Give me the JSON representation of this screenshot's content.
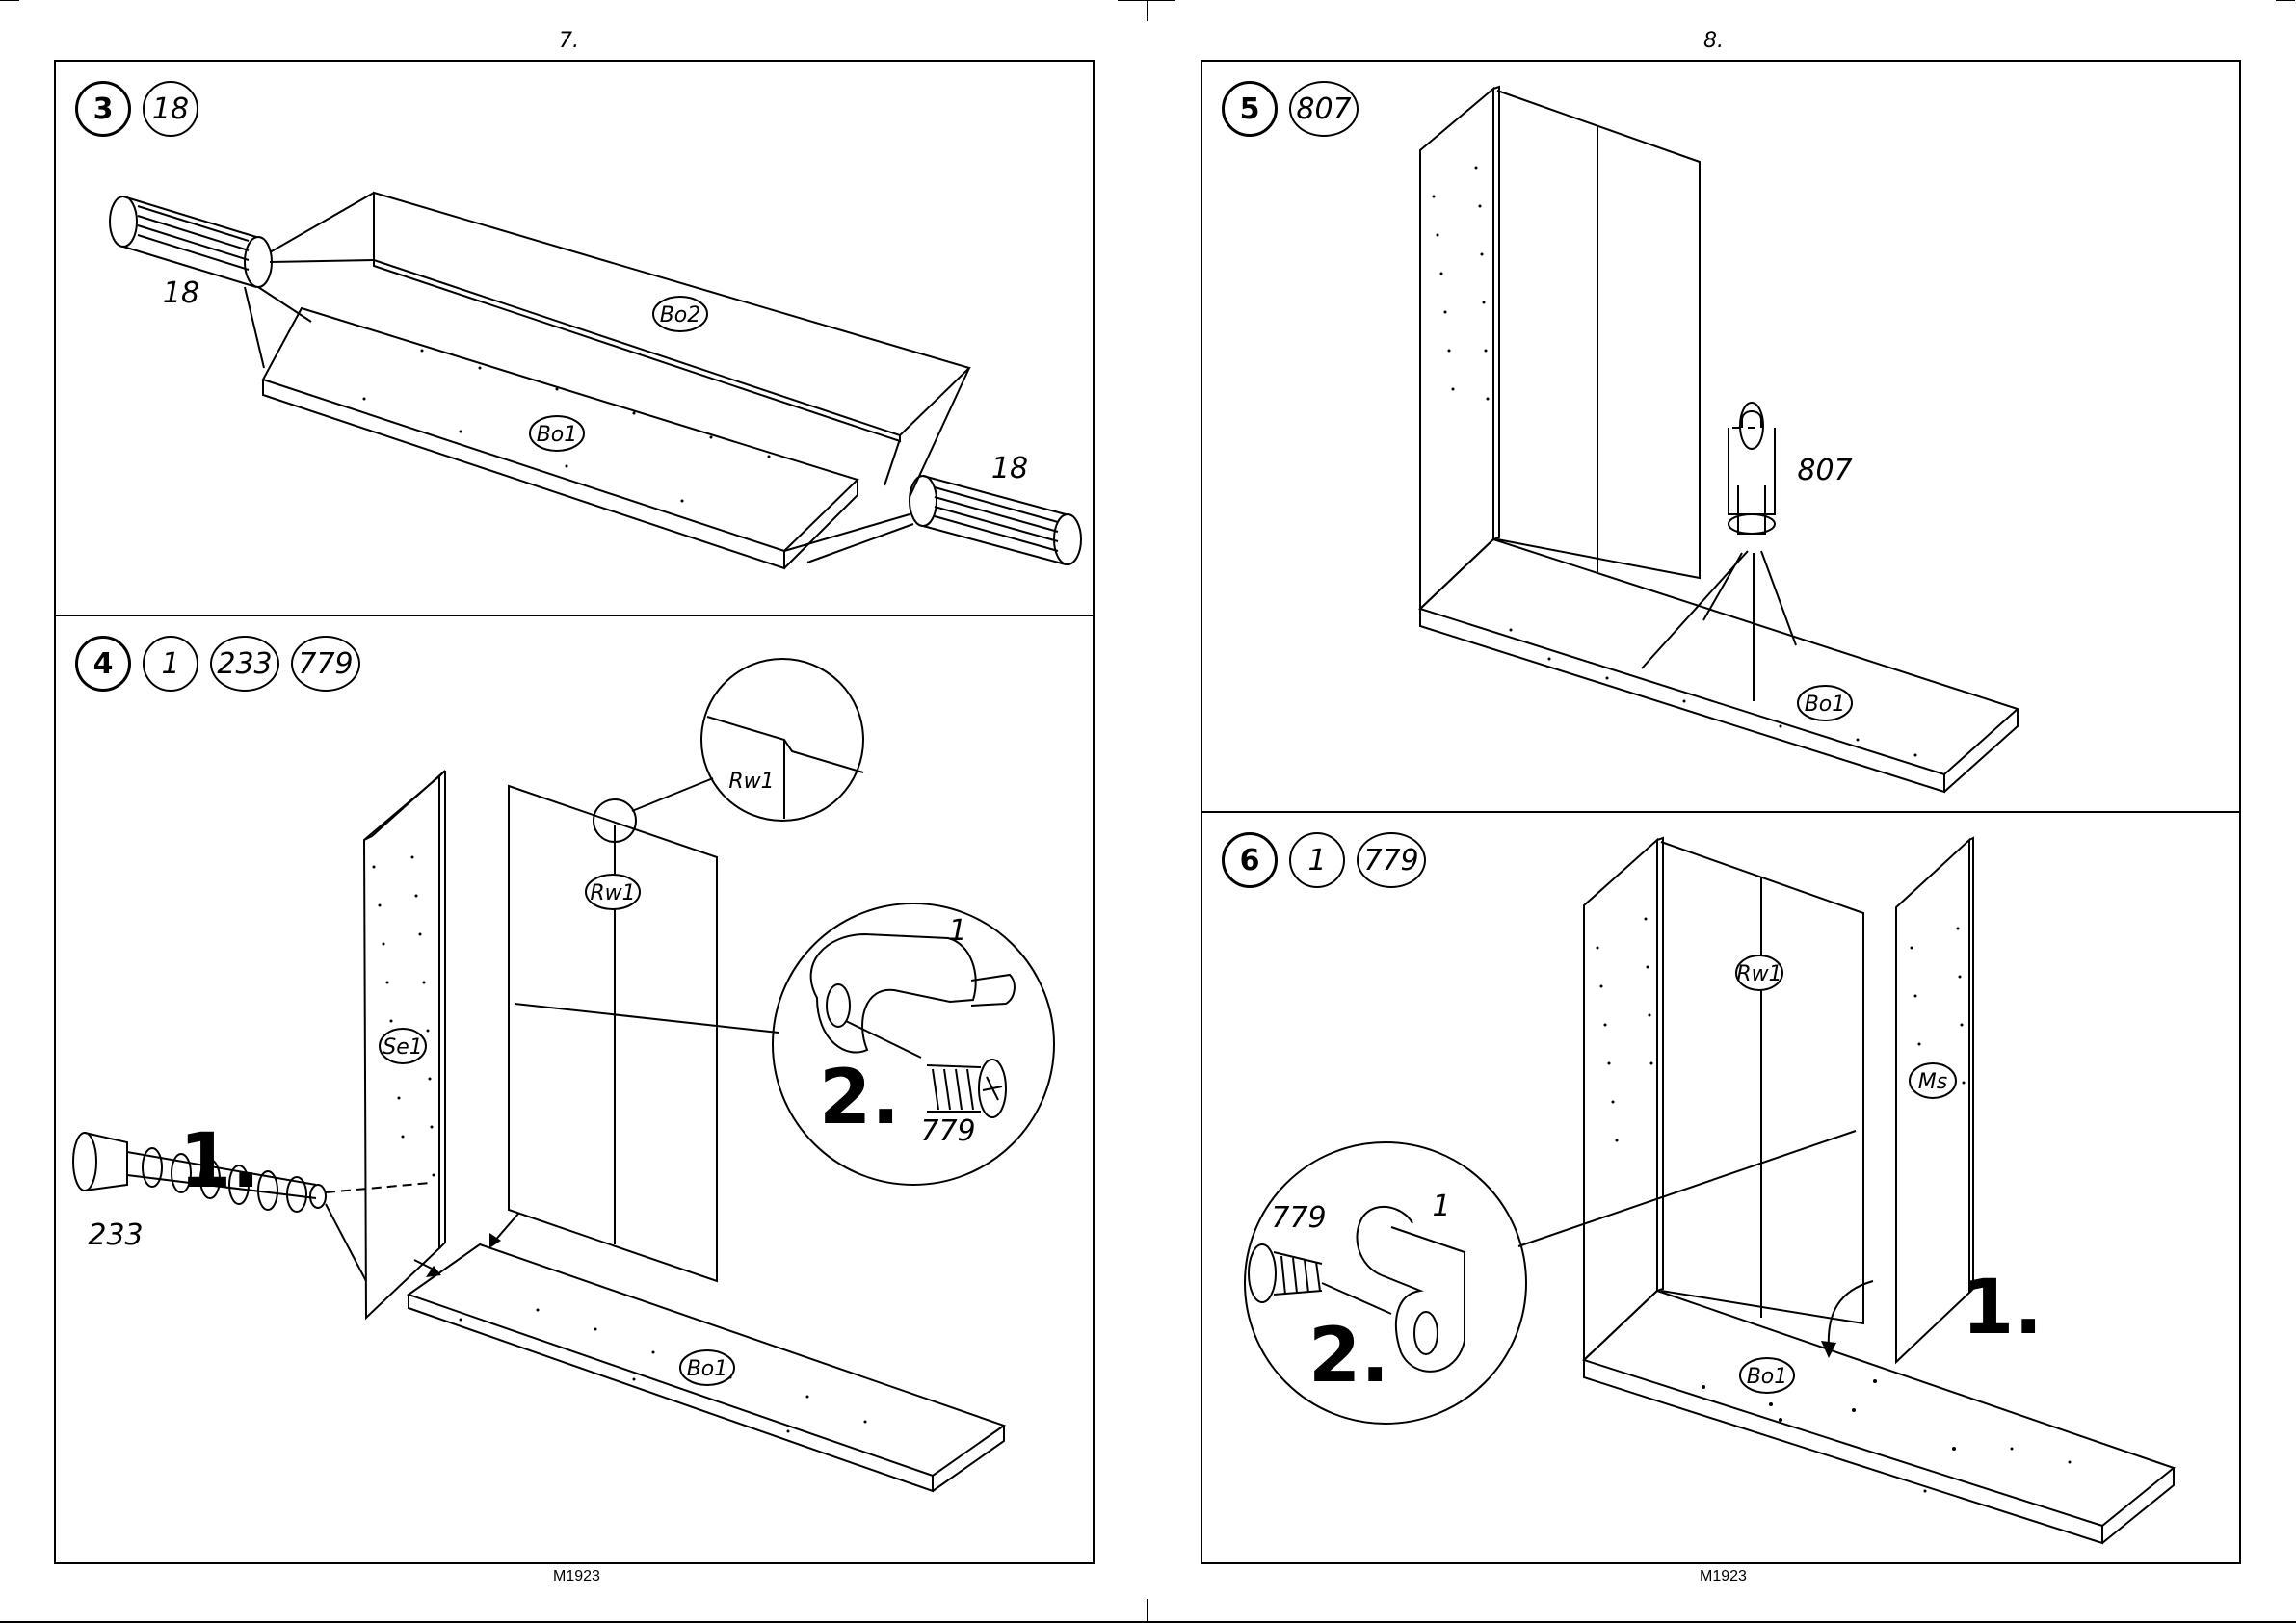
{
  "pages": {
    "left": {
      "number": "7.",
      "footer": "M1923"
    },
    "right": {
      "number": "8.",
      "footer": "M1923"
    }
  },
  "steps": [
    {
      "id": "step3",
      "number": "3",
      "parts": [
        "18"
      ],
      "labels": {
        "dowel_count": "18",
        "dowel_count_2": "18",
        "board_top": "Bo2",
        "board_bottom": "Bo1"
      }
    },
    {
      "id": "step4",
      "number": "4",
      "parts": [
        "1",
        "233",
        "779"
      ],
      "labels": {
        "detail_panel": "Rw1",
        "back_panel": "Rw1",
        "side_panel": "Se1",
        "bottom_board": "Bo1",
        "cam_part": "1",
        "screw_part": "779",
        "bolt_part": "233",
        "order_1": "1.",
        "order_2": "2."
      }
    },
    {
      "id": "step5",
      "number": "5",
      "parts": [
        "807"
      ],
      "labels": {
        "tool_part": "807",
        "bottom_board": "Bo1"
      }
    },
    {
      "id": "step6",
      "number": "6",
      "parts": [
        "1",
        "779"
      ],
      "labels": {
        "back_panel": "Rw1",
        "middle_side": "Ms",
        "bottom_board": "Bo1",
        "cam_part": "1",
        "screw_part": "779",
        "order_1": "1.",
        "order_2": "2."
      }
    }
  ],
  "colors": {
    "line": "#000000",
    "background": "#ffffff"
  }
}
